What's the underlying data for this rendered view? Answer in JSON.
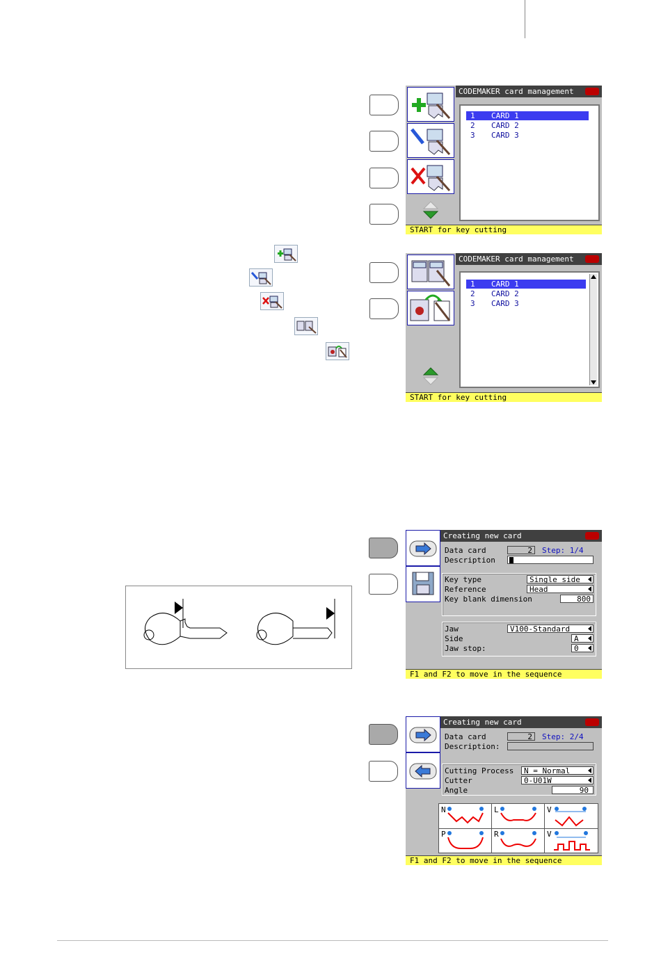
{
  "screen1": {
    "title": "CODEMAKER card management",
    "items": [
      {
        "num": "1",
        "label": "CARD 1"
      },
      {
        "num": "2",
        "label": "CARD 2"
      },
      {
        "num": "3",
        "label": "CARD 3"
      }
    ],
    "status": "START for key cutting"
  },
  "screen2": {
    "title": "CODEMAKER card management",
    "items": [
      {
        "num": "1",
        "label": "CARD 1"
      },
      {
        "num": "2",
        "label": "CARD 2"
      },
      {
        "num": "3",
        "label": "CARD 3"
      }
    ],
    "status": "START for key cutting"
  },
  "screen3": {
    "title": "Creating new card",
    "data_card_label": "Data card",
    "data_card_value": "2",
    "step": "Step: 1/4",
    "description_label": "Description",
    "key_type_label": "Key type",
    "key_type_value": "Single side",
    "reference_label": "Reference",
    "reference_value": "Head",
    "blank_label": "Key blank dimension",
    "blank_value": "800",
    "jaw_label": "Jaw",
    "jaw_value": "V100-Standard",
    "side_label": "Side",
    "side_value": "A",
    "jaw_stop_label": "Jaw stop:",
    "jaw_stop_value": "0",
    "status": "F1 and F2 to move in the sequence"
  },
  "screen4": {
    "title": "Creating new card",
    "data_card_label": "Data card",
    "data_card_value": "2",
    "step": "Step: 2/4",
    "description_label": "Description:",
    "process_label": "Cutting Process",
    "process_value": "N = Normal",
    "cutter_label": "Cutter",
    "cutter_value": "0-U01W",
    "angle_label": "Angle",
    "angle_value": "90",
    "modes": [
      "N",
      "L",
      "V",
      "P",
      "R",
      "V"
    ],
    "status": "F1 and F2 to move in the sequence"
  },
  "colors": {
    "highlight": "#3c3cf0",
    "status_bar": "#ffff60",
    "title_bar": "#404040",
    "panel": "#c0c0c0"
  }
}
